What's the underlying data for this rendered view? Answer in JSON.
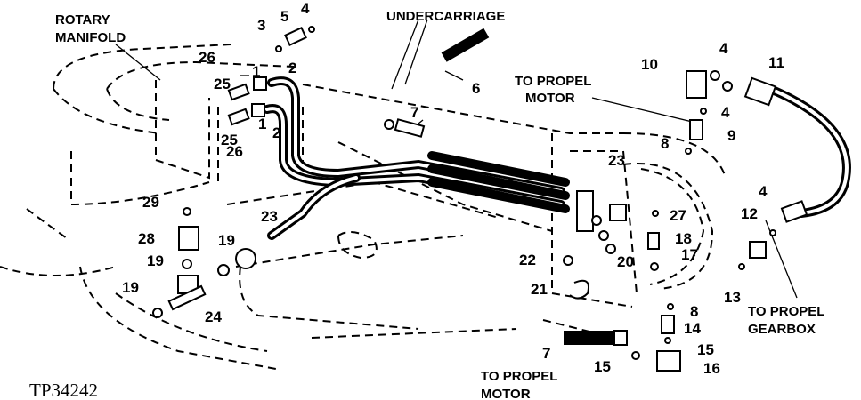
{
  "labels": {
    "rotary_manifold_line1": "ROTARY",
    "rotary_manifold_line2": "MANIFOLD",
    "undercarriage": "UNDERCARRIAGE",
    "propel_motor_top_line1": "TO PROPEL",
    "propel_motor_top_line2": "MOTOR",
    "propel_motor_bottom_line1": "TO PROPEL",
    "propel_motor_bottom_line2": "MOTOR",
    "propel_gearbox_line1": "TO PROPEL",
    "propel_gearbox_line2": "GEARBOX",
    "figure_ref": "TP34242"
  },
  "callouts": {
    "c1a": "1",
    "c1b": "1",
    "c2a": "2",
    "c2b": "2",
    "c3": "3",
    "c4a": "4",
    "c4b": "4",
    "c4c": "4",
    "c4d": "4",
    "c5": "5",
    "c6": "6",
    "c7a": "7",
    "c7b": "7",
    "c8a": "8",
    "c8b": "8",
    "c9": "9",
    "c10": "10",
    "c11": "11",
    "c12": "12",
    "c13": "13",
    "c14": "14",
    "c15a": "15",
    "c15b": "15",
    "c16": "16",
    "c17": "17",
    "c18": "18",
    "c19a": "19",
    "c19b": "19",
    "c19c": "19",
    "c20": "20",
    "c21": "21",
    "c22": "22",
    "c23a": "23",
    "c23b": "23",
    "c24": "24",
    "c25a": "25",
    "c25b": "25",
    "c26a": "26",
    "c26b": "26",
    "c27": "27",
    "c28": "28",
    "c29": "29"
  }
}
